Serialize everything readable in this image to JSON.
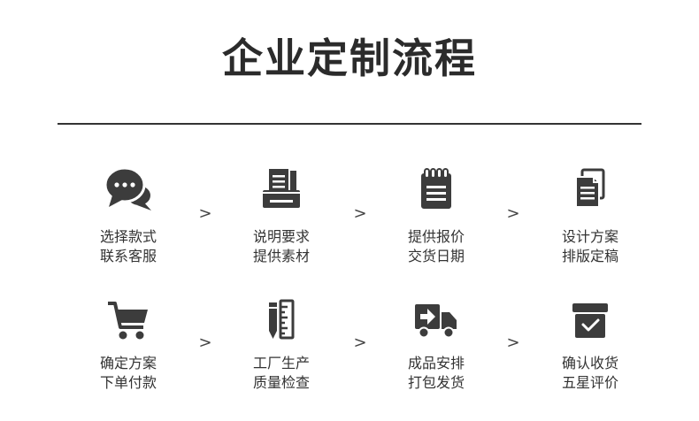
{
  "title": "企业定制流程",
  "separator": ">",
  "colors": {
    "icon": "#3c3c3c",
    "text": "#333333",
    "rule": "#333333"
  },
  "steps": [
    {
      "icon": "chat-bubbles-icon",
      "line1": "选择款式",
      "line2": "联系客服"
    },
    {
      "icon": "document-tray-icon",
      "line1": "说明要求",
      "line2": "提供素材"
    },
    {
      "icon": "notepad-icon",
      "line1": "提供报价",
      "line2": "交货日期"
    },
    {
      "icon": "documents-icon",
      "line1": "设计方案",
      "line2": "排版定稿"
    },
    {
      "icon": "shopping-cart-icon",
      "line1": "确定方案",
      "line2": "下单付款"
    },
    {
      "icon": "ruler-pencil-icon",
      "line1": "工厂生产",
      "line2": "质量检查"
    },
    {
      "icon": "delivery-truck-icon",
      "line1": "成品安排",
      "line2": "打包发货"
    },
    {
      "icon": "check-box-icon",
      "line1": "确认收货",
      "line2": "五星评价"
    }
  ]
}
